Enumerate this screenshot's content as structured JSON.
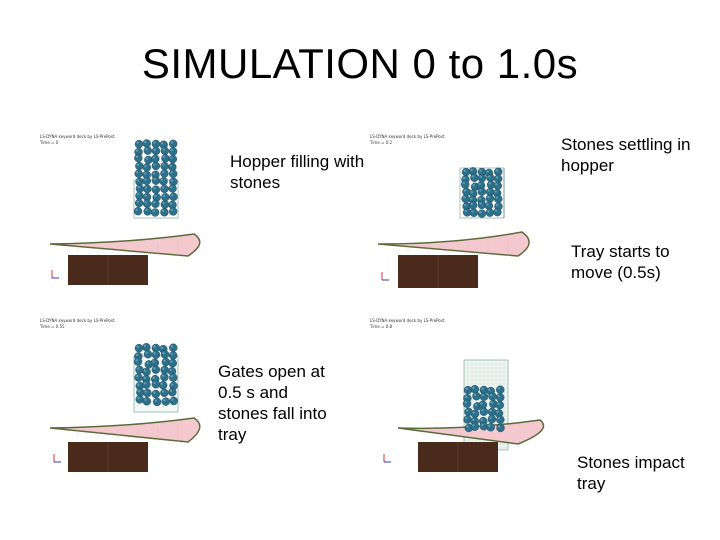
{
  "slide": {
    "title": "SIMULATION 0 to 1.0s"
  },
  "captions": {
    "hopper_filling": "Hopper filling with\nstones",
    "stones_settling": "Stones settling in\nhopper",
    "tray_starts": "Tray starts to\nmove (0.5s)",
    "gates_open": "Gates open at\n0.5 s and\nstones fall into\ntray",
    "stones_impact": "Stones impact\ntray"
  },
  "panels": [
    {
      "header": "LS-DYNA keyword deck by LS-PrePost",
      "time": "Time =      0"
    },
    {
      "header": "LS-DYNA keyword deck by LS-PrePost",
      "time": "Time =    0.2"
    },
    {
      "header": "LS-DYNA keyword deck by LS-PrePost",
      "time": "Time =   0.55"
    },
    {
      "header": "LS-DYNA keyword deck by LS-PrePost",
      "time": "Time =    0.8"
    }
  ],
  "colors": {
    "stone": "#2e6f8a",
    "stone_highlight": "#6fb0c8",
    "hopper_mesh": "#6f9a8e",
    "tray_fill": "#f3c9cf",
    "tray_edge": "#5c6b3a",
    "support": "#4a2a1a"
  }
}
